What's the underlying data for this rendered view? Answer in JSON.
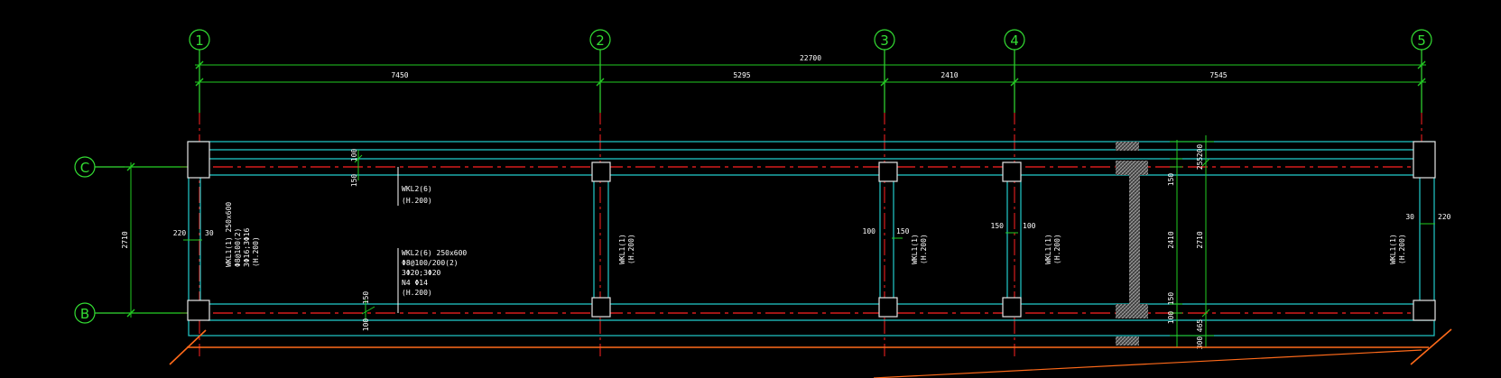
{
  "axes": {
    "vertical": [
      "1",
      "2",
      "3",
      "4",
      "5"
    ],
    "horizontal": [
      "C",
      "B"
    ]
  },
  "dimensions": {
    "overall": "22700",
    "spans": [
      "7450",
      "5295",
      "2410",
      "7545"
    ],
    "vertical_left": "2710",
    "right_col_a": [
      "200",
      "255",
      "150",
      "2410",
      "150",
      "100",
      "465",
      "300"
    ],
    "right_col_b": "2710",
    "misc": {
      "top_100": "100",
      "top_150": "150",
      "bot_150": "150",
      "bot_100": "100",
      "left_220": "220",
      "left_30": "30",
      "right_30": "30",
      "right_220": "220",
      "ax3_100": "100",
      "ax3_150": "150",
      "ax4_150": "150",
      "ax4_100": "100"
    }
  },
  "annotations": {
    "wkl2_top": [
      "WKL2(6)",
      "(H.200)"
    ],
    "wkl2_bot": [
      "WKL2(6) 250x600",
      "Φ8@100/200(2)",
      "3Φ20;3Φ20",
      "N4 Φ14",
      "(H.200)"
    ],
    "wkl1_left": [
      "WKL1(1) 250x600",
      "Φ8@100(2)",
      "3Φ16;3Φ16",
      "(H.200)"
    ],
    "wkl1_ax2": [
      "WKL1(1)",
      "(H.200)"
    ],
    "wkl1_ax3": [
      "WKL1(1)",
      "(H.200)"
    ],
    "wkl1_ax4": [
      "WKL1(1)",
      "(H.200)"
    ],
    "wkl1_ax5": [
      "WKL1(1)",
      "(H.200)"
    ]
  },
  "colors": {
    "background": "#000000",
    "axis_bubble": "#33dd33",
    "dimension": "#22cc22",
    "beam": "#22cccc",
    "centerline": "#ff2222",
    "text": "#ffffff",
    "section_cut": "#ff6a1a",
    "hatch": "#9a9a9a"
  }
}
